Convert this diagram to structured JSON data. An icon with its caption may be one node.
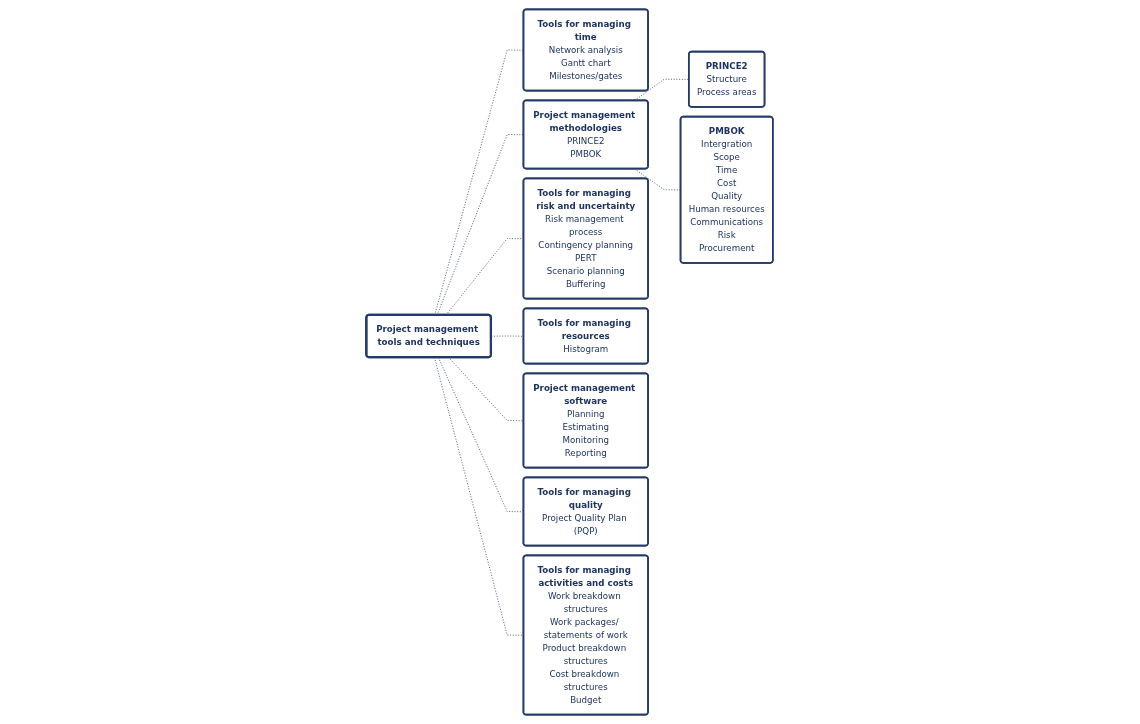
{
  "diagram": {
    "nodes": [
      {
        "text": [
          "Project management tools and techniques"
        ]
      },
      {
        "text": [
          "Tools for managing time",
          "Network analysis",
          "Gantt chart",
          "Milestones/gates"
        ]
      },
      {
        "text": [
          "Project management methodologies",
          "PRINCE2",
          "PMBOK"
        ]
      },
      {
        "text": [
          "PRINCE2",
          "Structure",
          "Process areas"
        ]
      },
      {
        "text": [
          "PMBOK",
          "Intergration",
          "Scope",
          "Time",
          "Cost",
          "Quality",
          "Human resources",
          "Communications",
          "Risk",
          "Procurement"
        ]
      },
      {
        "text": [
          "Tools for managing risk and uncertainty",
          "Risk management process",
          "Contingency planning",
          "PERT",
          "Scenario planning",
          "Buffering"
        ]
      },
      {
        "text": [
          "Tools for managing resources",
          "Histogram"
        ]
      },
      {
        "text": [
          "Project management software",
          "Planning",
          "Estimating",
          "Monitoring",
          "Reporting"
        ]
      },
      {
        "text": [
          "Tools for managing quality",
          "Project Quality Plan (PQP)"
        ]
      },
      {
        "text": [
          "Tools for managing activities and costs",
          "Work breakdown structures",
          "Work packages/ statements of work",
          "Product breakdown structures",
          "Cost breakdown structures",
          "Budget"
        ]
      }
    ],
    "edges": [
      {
        "from": 0,
        "to": 1,
        "arrow": "none",
        "style": "dashed"
      },
      {
        "from": 0,
        "to": 2,
        "arrow": "none",
        "style": "dashed"
      },
      {
        "from": 2,
        "to": 3,
        "arrow": "none",
        "style": "dashed"
      },
      {
        "from": 2,
        "to": 4,
        "arrow": "none",
        "style": "dashed"
      },
      {
        "from": 0,
        "to": 5,
        "arrow": "none",
        "style": "dashed"
      },
      {
        "from": 0,
        "to": 6,
        "arrow": "none",
        "style": "dashed"
      },
      {
        "from": 0,
        "to": 7,
        "arrow": "none",
        "style": "dashed"
      },
      {
        "from": 0,
        "to": 8,
        "arrow": "none",
        "style": "dashed"
      },
      {
        "from": 0,
        "to": 9,
        "arrow": "none",
        "style": "dashed"
      }
    ]
  }
}
